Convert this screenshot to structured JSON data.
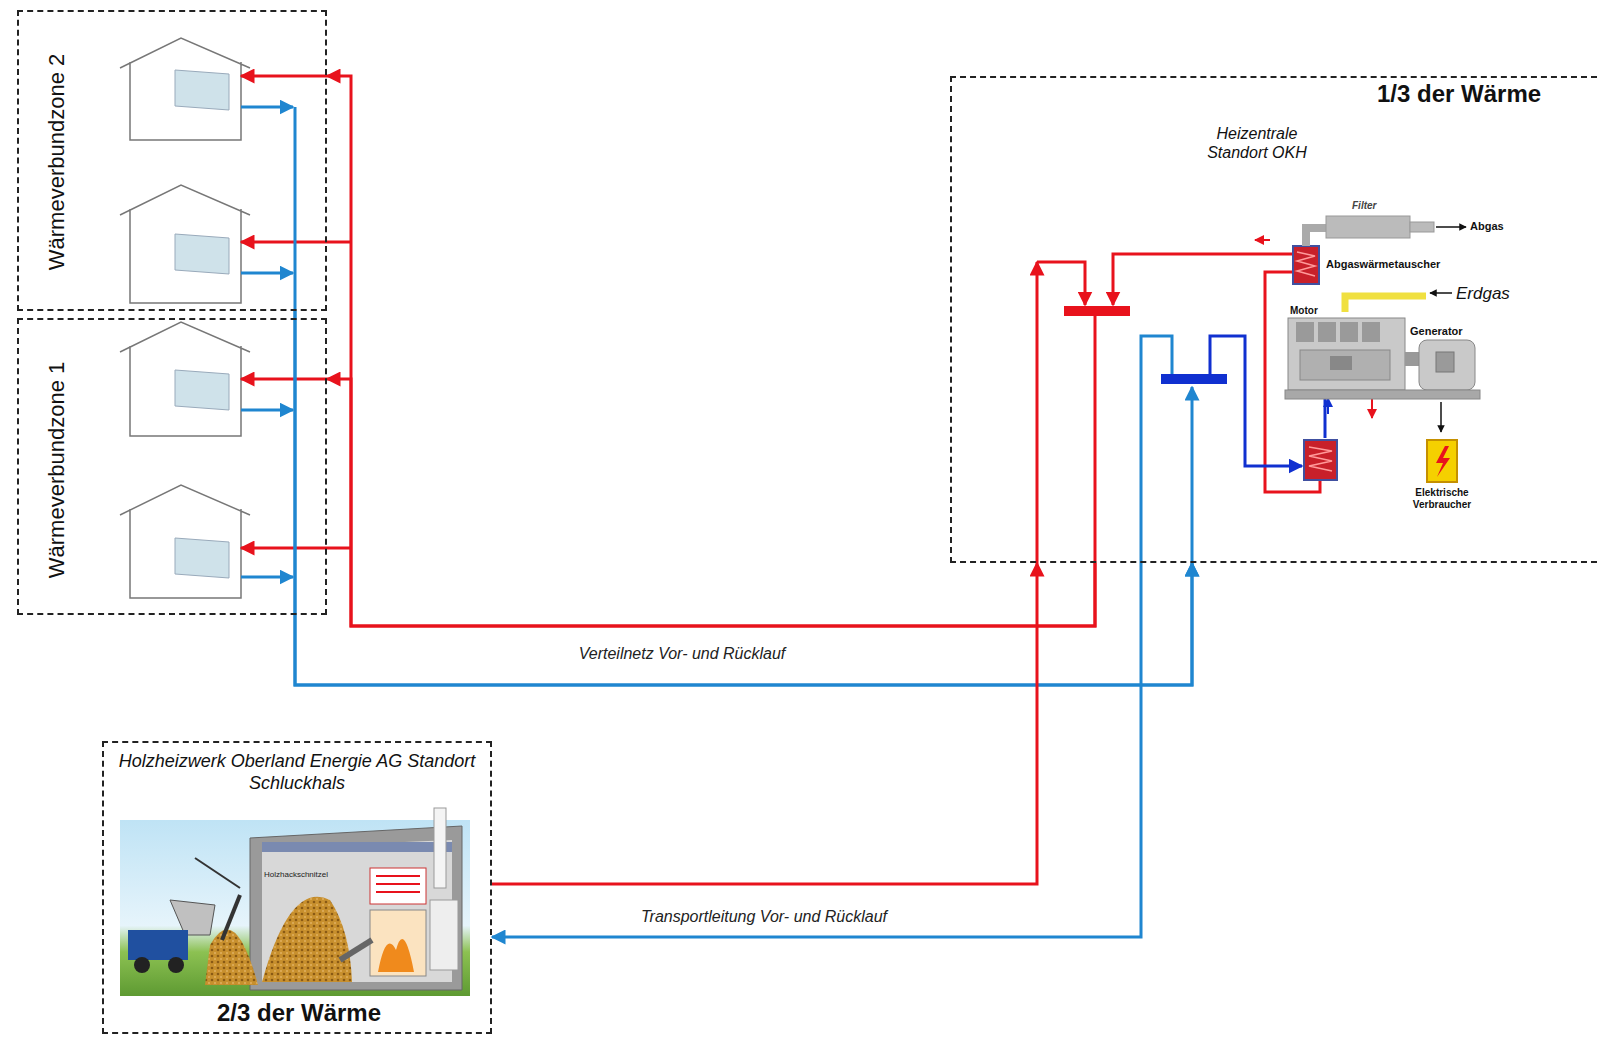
{
  "diagram": {
    "nodes": [
      {
        "text": [
          "Wärmeverbundzone 2"
        ]
      },
      {
        "text": [
          "Wärmeverbundzone 1"
        ]
      },
      {
        "text": [
          "Heizentrale Standort OKH",
          "1/3 der Wärme"
        ]
      },
      {
        "text": [
          "Holzheizwerk Oberland Energie AG Standort Schluckhals",
          "2/3 der Wärme"
        ]
      }
    ],
    "edges": [
      {
        "from": 2,
        "to": 0,
        "arrow": "to",
        "label": "Verteilnetz Vor- und Rücklauf"
      },
      {
        "from": 2,
        "to": 1,
        "arrow": "to"
      },
      {
        "from": 0,
        "to": 2,
        "arrow": "to"
      },
      {
        "from": 1,
        "to": 2,
        "arrow": "to"
      },
      {
        "from": 3,
        "to": 2,
        "arrow": "to",
        "label": "Transportleitung Vor- und Rücklauf"
      },
      {
        "from": 2,
        "to": 3,
        "arrow": "to"
      }
    ],
    "labels": [
      "Filter",
      "Abgas",
      "Abgaswärmetauscher",
      "Erdgas",
      "Motor",
      "Generator",
      "Elektrische Verbraucher",
      "Holzhackschnitzel"
    ]
  }
}
